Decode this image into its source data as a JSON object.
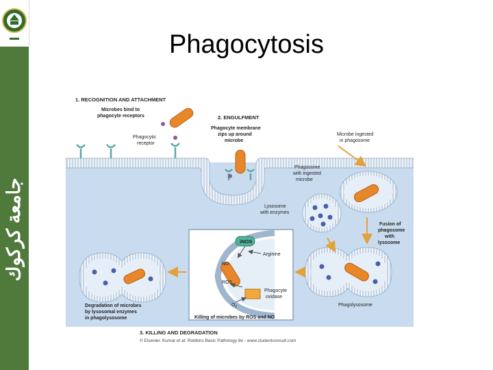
{
  "page": {
    "title": "Phagocytosis",
    "sidebar_text": "جامعة كركوك",
    "colors": {
      "sidebar": "#4f7a3c",
      "cell_fill": "#c9dcef",
      "membrane": "#9fb6cf",
      "microbe": "#e8862a",
      "receptor": "#5aa6a0",
      "enzyme": "#4a5fa8"
    }
  },
  "diagram": {
    "step1_heading": "1. RECOGNITION AND ATTACHMENT",
    "step1_text": [
      "Microbes bind to",
      "phagocyte receptors"
    ],
    "receptor_label": [
      "Phagocytic",
      "receptor"
    ],
    "step2_heading": "2. ENGULFMENT",
    "step2_text": [
      "Phagocyte membrane",
      "zips up around",
      "microbe"
    ],
    "ingested_label": [
      "Microbe ingested",
      "in phagosome"
    ],
    "phagosome_label": [
      "Phagosome",
      "with ingested",
      "microbe"
    ],
    "lysosome_label": [
      "Lysosome",
      "with enzymes"
    ],
    "fusion_label": [
      "Fusion of",
      "phagosome",
      "with",
      "lysosome"
    ],
    "phagolysosome_label": "Phagolysosome",
    "inos_label": "iNOS",
    "arginine_label": "Arginine",
    "no_label": "NO",
    "ros_label": "ROS",
    "o2_label": "O",
    "o2_sub": "2",
    "oxidase_label": [
      "Phagocyte",
      "oxidase"
    ],
    "degradation_label": [
      "Degradation of microbes",
      "by lysosomal enzymes",
      "in phagolysosome"
    ],
    "killing_label": "Killing of microbes by ROS and NO",
    "step3_heading": "3. KILLING AND DEGRADATION",
    "credit": "© Elsevier. Kumar et al: Robbins Basic Pathology 8e - www.studentconsult.com"
  }
}
